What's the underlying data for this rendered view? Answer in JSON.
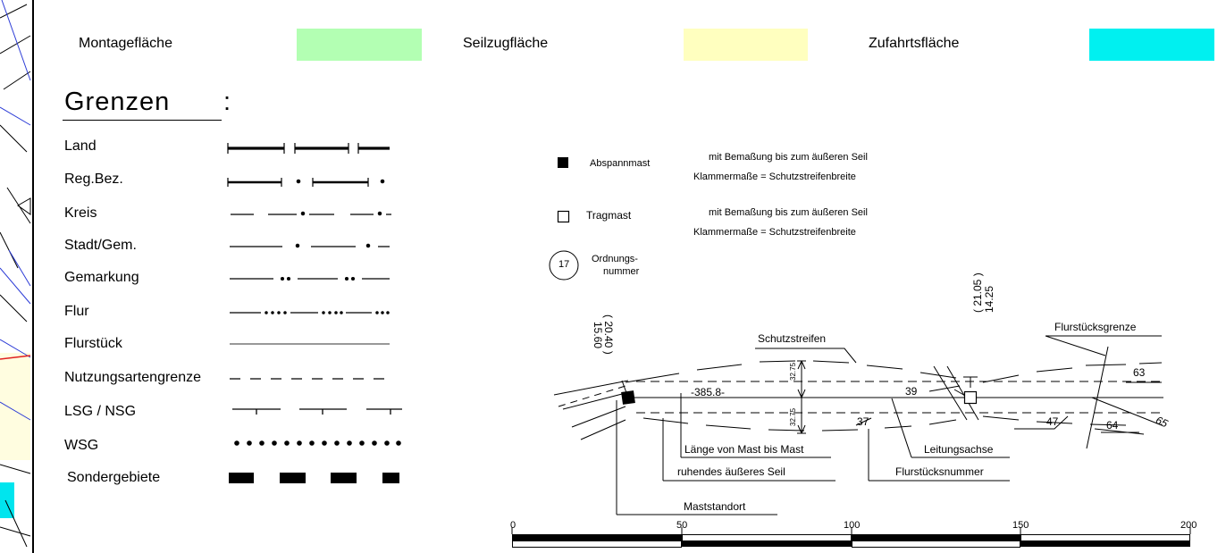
{
  "legend_top": {
    "items": [
      {
        "label": "Montagefläche",
        "color": "#b3ffb3"
      },
      {
        "label": "Seilzugfläche",
        "color": "#ffffbf"
      },
      {
        "label": "Zufahrtsfläche",
        "color": "#00f0f0"
      }
    ]
  },
  "grenzen": {
    "title": "Grenzen",
    "colon": ":",
    "items": [
      {
        "label": "Land",
        "style": "land"
      },
      {
        "label": "Reg.Bez.",
        "style": "regbez"
      },
      {
        "label": "Kreis",
        "style": "kreis"
      },
      {
        "label": "Stadt/Gem.",
        "style": "stadt"
      },
      {
        "label": "Gemarkung",
        "style": "gemarkung"
      },
      {
        "label": "Flur",
        "style": "flur"
      },
      {
        "label": "Flurstück",
        "style": "flurstueck"
      },
      {
        "label": "Nutzungsartengrenze",
        "style": "nutzung"
      },
      {
        "label": "LSG / NSG",
        "style": "lsg"
      },
      {
        "label": "WSG",
        "style": "wsg"
      },
      {
        "label": "Sondergebiete",
        "style": "sonder"
      }
    ]
  },
  "mast_legend": {
    "abspannmast": "Abspannmast",
    "tragmast": "Tragmast",
    "ordnung_number": "17",
    "ordnung_label_1": "Ordnungs-",
    "ordnung_label_2": "nummer",
    "desc1": "mit Bemaßung bis zum äußeren Seil",
    "desc2": "Klammermaße = Schutzstreifenbreite",
    "desc3": "mit Bemaßung bis zum äußeren Seil",
    "desc4": "Klammermaße = Schutzstreifenbreite"
  },
  "diagram": {
    "left_value": "15.60",
    "left_bracket": "( 20.40 )",
    "right_value": "14.25",
    "right_bracket": "( 21.05 )",
    "schutzstreifen": "Schutzstreifen",
    "flurstuecksgrenze": "Flurstücksgrenze",
    "span_length": "-385.8-",
    "width_top": "32.75",
    "width_bottom": "32.75",
    "parcel_39": "39",
    "parcel_37": "37",
    "parcel_47": "47",
    "parcel_63": "63",
    "parcel_64": "64",
    "parcel_65": "65",
    "laenge_label": "Länge von Mast bis Mast",
    "leitungsachse": "Leitungsachse",
    "ruhendes": "ruhendes äußeres Seil",
    "flurstuecksnummer": "Flurstücksnummer",
    "maststandort": "Maststandort"
  },
  "scale_bar": {
    "ticks": [
      "0",
      "50",
      "100",
      "150",
      "200"
    ]
  }
}
